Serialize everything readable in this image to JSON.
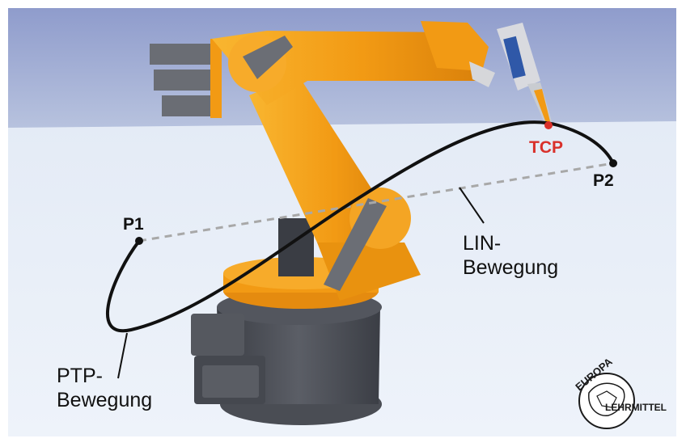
{
  "points": {
    "p1": "P1",
    "p2": "P2",
    "tcp": "TCP"
  },
  "movements": {
    "lin_line1": "LIN-",
    "lin_line2": "Bewegung",
    "ptp_line1": "PTP-",
    "ptp_line2": "Bewegung"
  },
  "logo": {
    "top_text": "EUROPA",
    "bottom_text": "LEHRMITTEL"
  },
  "colors": {
    "robot_orange": "#f5a21a",
    "tcp_red": "#d9302a",
    "path_black": "#111111",
    "lin_dashes": "#a8a8a8"
  }
}
